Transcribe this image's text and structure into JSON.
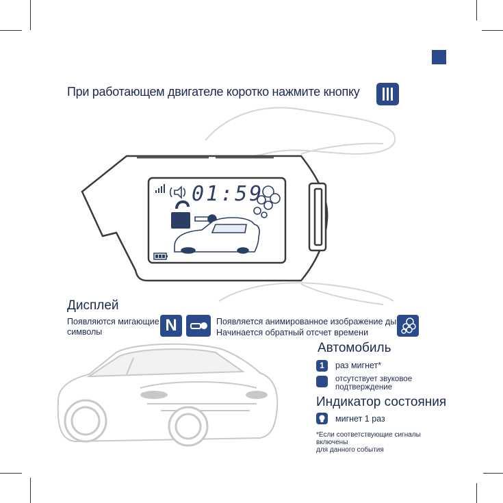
{
  "headline": {
    "text": "При работающем двигателе коротко нажмите кнопку",
    "button_icon": "three-bars-button-icon"
  },
  "lcd": {
    "time": "01:59",
    "icons": [
      "signal-icon",
      "speaker-icon",
      "smoke-icon",
      "padlock-open-icon",
      "key-icon",
      "car-icon",
      "battery-icon"
    ]
  },
  "display": {
    "title": "Дисплей",
    "blinking_symbols": "Появляются мигающие\nсимволы",
    "n_symbol": "N",
    "smoke_text_1": "Появляется анимированное изображение дыма",
    "smoke_text_2": "Начинается обратный отсчет времени"
  },
  "auto": {
    "title": "Автомобиль",
    "blink_count": "1",
    "blink_text": "раз мигнет*",
    "sound_text": "отсутствует звуковое\nподтверждение"
  },
  "status": {
    "title": "Индикатор состояния",
    "led_text": "мигнет 1 раз"
  },
  "footnote": "*Если соответствующие сигналы включены\nдля данного события",
  "colors": {
    "accent": "#2a4a8b",
    "text": "#1c2850",
    "outline": "#3a3a3a",
    "car_gray": "#c8c8c8"
  }
}
